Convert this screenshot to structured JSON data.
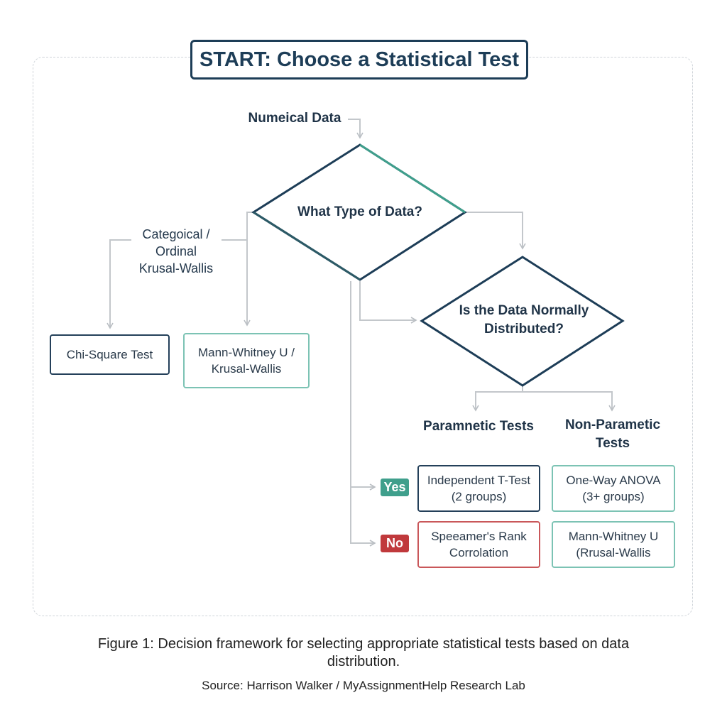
{
  "title": "START: Choose a Statistical Test",
  "numerical_label": "Numeical Data",
  "decision1": {
    "line1": "What Type of Data?"
  },
  "decision2": {
    "line1": "Is the Data Normally",
    "line2": "Distributed?"
  },
  "categorical_label": {
    "line1": "Categoical /",
    "line2": "Ordinal",
    "line3": "Krusal-Wallis"
  },
  "left_boxes": {
    "chi": "Chi-Square Test",
    "mann1": {
      "line1": "Mann-Whitney U /",
      "line2": "Krusal-Wallis"
    }
  },
  "headers": {
    "parametric": "Paramnetic Tests",
    "nonparametric": {
      "line1": "Non-Parametic",
      "line2": "Tests"
    }
  },
  "tags": {
    "yes": "Yes",
    "no": "No"
  },
  "result_boxes": {
    "ttest": {
      "line1": "Independent T-Test",
      "line2": "(2 groups)"
    },
    "anova": {
      "line1": "One-Way ANOVA",
      "line2": "(3+ groups)"
    },
    "spearman": {
      "line1": "Speeamer's Rank",
      "line2": "Corrolation"
    },
    "mann2": {
      "line1": "Mann-Whitney U",
      "line2": "(Rrusal-Wallis"
    }
  },
  "caption": {
    "line1": "Figure 1: Decision framework for selecting appropriate statistical tests based on data",
    "line2": "distribution."
  },
  "source": "Source: Harrison Walker / MyAssignmentHelp Research Lab",
  "colors": {
    "navy": "#1d3d57",
    "teal": "#3f9f8c",
    "red": "#c0393c",
    "wire": "#c3c7cb"
  }
}
